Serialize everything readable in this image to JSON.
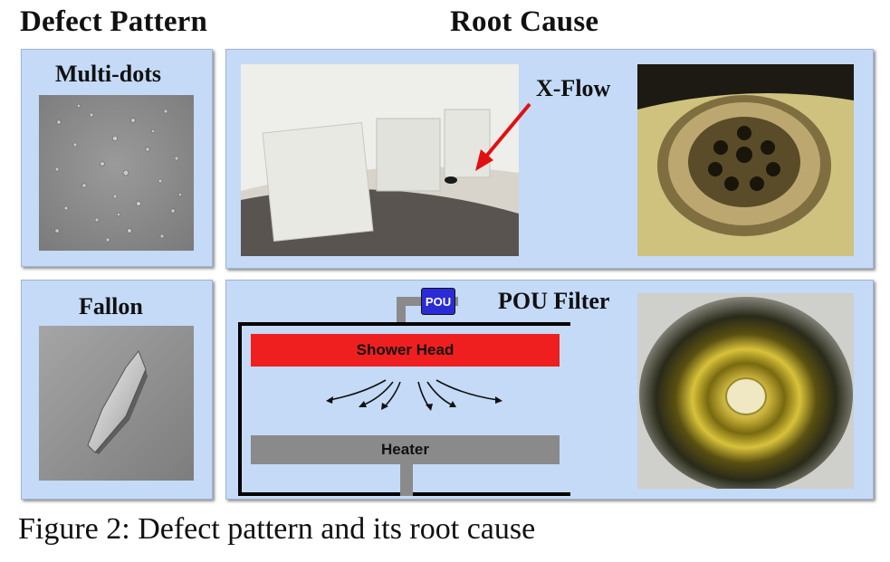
{
  "headings": {
    "defect_pattern": "Defect Pattern",
    "root_cause": "Root Cause"
  },
  "panels": {
    "multi_dots": {
      "label": "Multi-dots"
    },
    "fallon": {
      "label": "Fallon"
    },
    "xflow": {
      "label": "X-Flow"
    },
    "pou_filter": {
      "label": "POU Filter",
      "diagram": {
        "pou_box": "POU",
        "shower_head": "Shower Head",
        "heater": "Heater"
      }
    }
  },
  "caption": "Figure 2: Defect pattern and its root cause",
  "colors": {
    "panel_bg": "#c4daf7",
    "shower_head": "#f01f1f",
    "heater": "#8a8a8a",
    "pou_box": "#2b2bd6",
    "arrow": "#e01010"
  }
}
